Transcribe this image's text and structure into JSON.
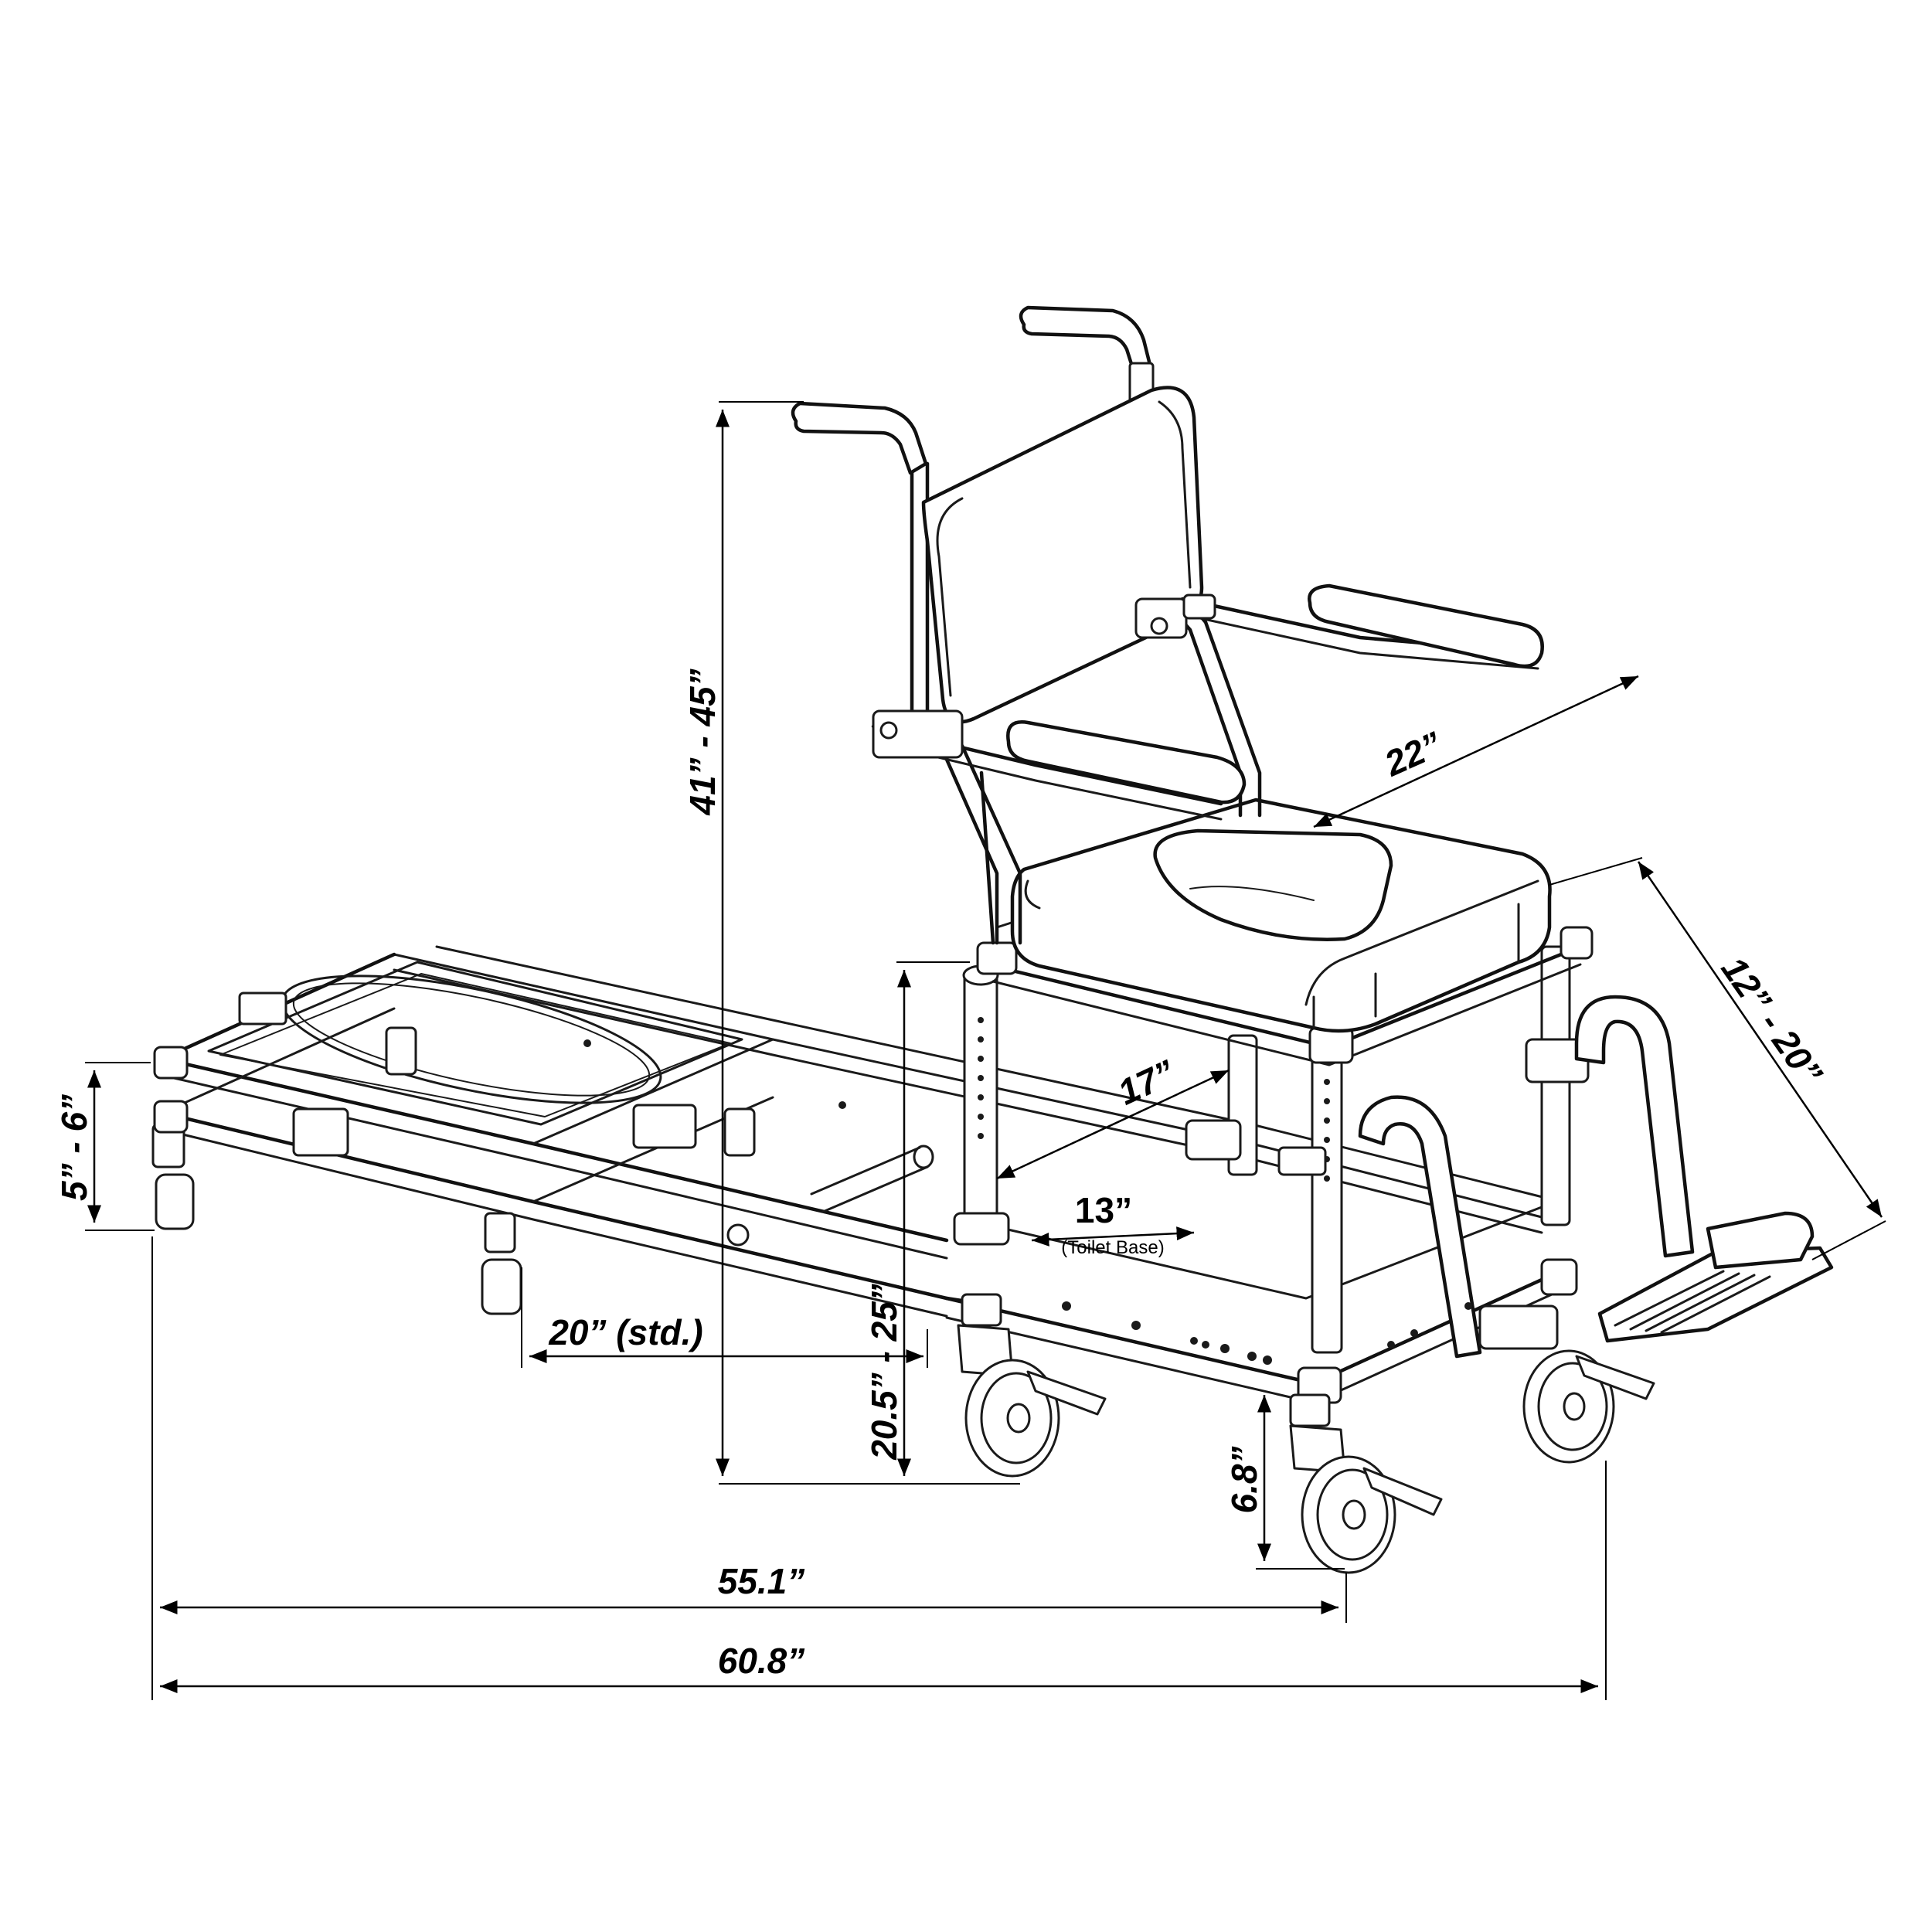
{
  "dimensions": {
    "height": "41” - 45”",
    "arm_width": "22”",
    "footrest": "12” - 20”",
    "seat_depth": "17”",
    "toilet_base": "13”",
    "toilet_base_note": "(Toilet Base)",
    "leg_height": "5” - 6”",
    "bridge": "20” (std.)",
    "seat_height": "20.5” - 25”",
    "wheel": "6.8”",
    "length_base": "55.1”",
    "length_total": "60.8”"
  }
}
